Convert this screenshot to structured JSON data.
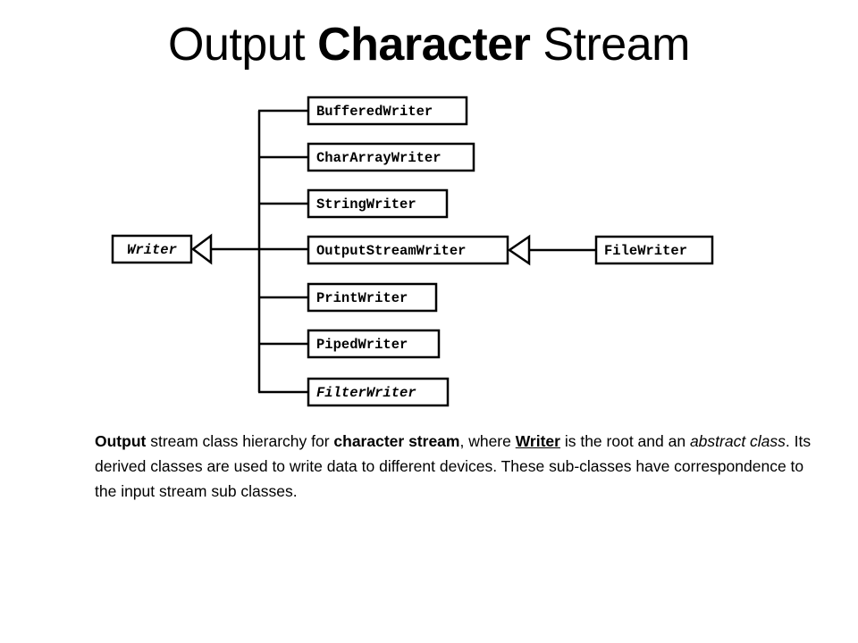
{
  "title": {
    "part1": "Output ",
    "part2": "Character",
    "part3": " Stream"
  },
  "diagram": {
    "root": "Writer",
    "children": [
      "BufferedWriter",
      "CharArrayWriter",
      "StringWriter",
      "OutputStreamWriter",
      "PrintWriter",
      "PipedWriter",
      "FilterWriter"
    ],
    "grandchild": "FileWriter"
  },
  "description": {
    "s1": "Output",
    "s2": " stream class hierarchy for ",
    "s3": "character stream",
    "s4": ", where ",
    "s5": "Writer",
    "s6": " is the root and an ",
    "s7": "abstract class",
    "s8": ". Its derived classes are used to write data to different devices. These sub-classes have correspondence to the input stream sub classes."
  }
}
